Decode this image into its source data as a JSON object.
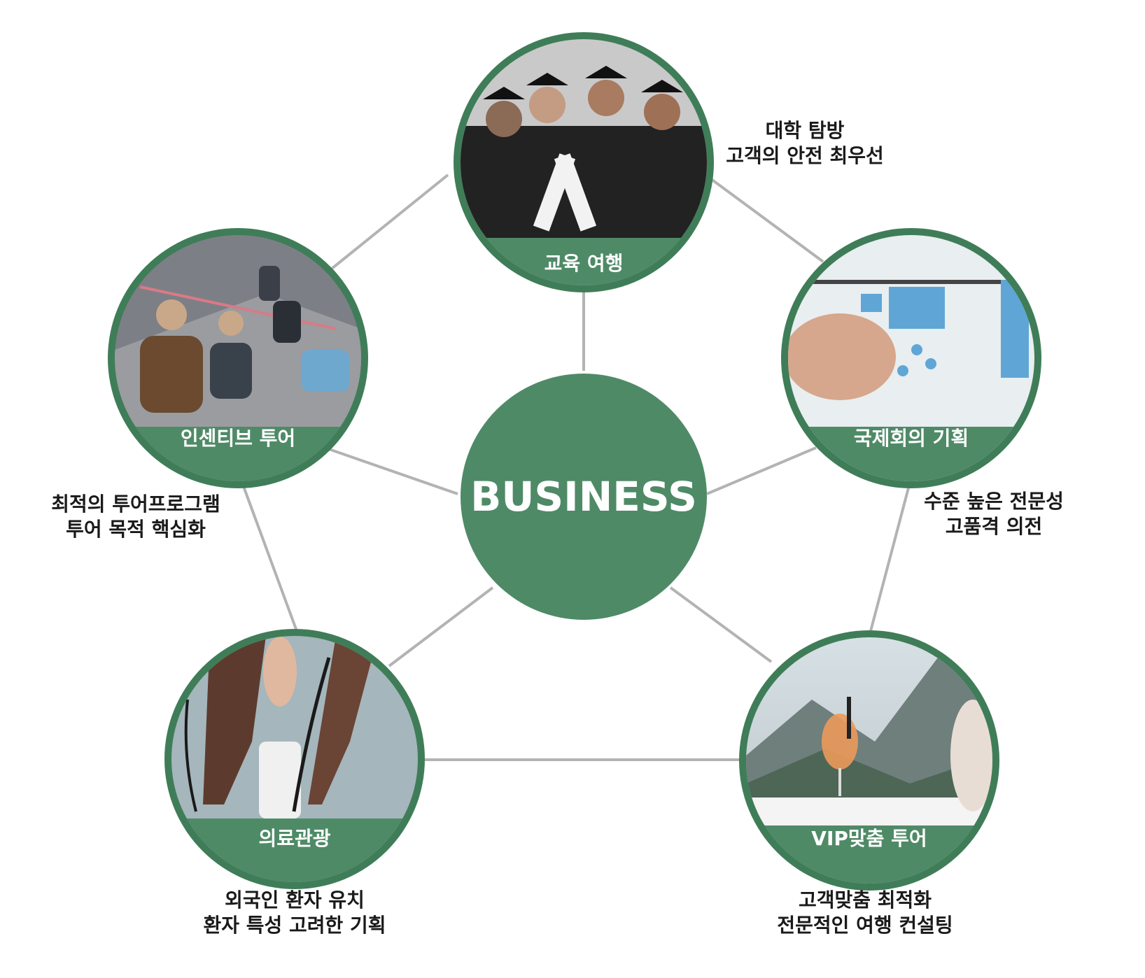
{
  "center": {
    "label": "BUSINESS"
  },
  "nodes": [
    {
      "id": "education",
      "label": "교육 여행",
      "desc_line1": "대학 탐방",
      "desc_line2": "고객의 안전 최우선",
      "photo": "graduates-photo"
    },
    {
      "id": "conference",
      "label": "국제회의 기획",
      "desc_line1": "수준 높은 전문성",
      "desc_line2": "고품격 의전",
      "photo": "planning-board-photo"
    },
    {
      "id": "vip",
      "label": "VIP맞춤 투어",
      "desc_line1": "고객맞춤 최적화",
      "desc_line2": "전문적인 여행 컨설팅",
      "photo": "mountain-drink-photo"
    },
    {
      "id": "medical",
      "label": "의료관광",
      "desc_line1": "외국인 환자 유치",
      "desc_line2": "환자 특성 고려한 기획",
      "photo": "blood-pressure-photo"
    },
    {
      "id": "incentive",
      "label": "인센티브 투어",
      "desc_line1": "최적의 투어프로그램",
      "desc_line2": "투어 목적 핵심화",
      "photo": "group-walk-photo"
    }
  ],
  "colors": {
    "node_green": "#4f8a67",
    "ring_green": "#3f7d58",
    "connector": "#b3b3b3",
    "text": "#1a1a1a"
  }
}
